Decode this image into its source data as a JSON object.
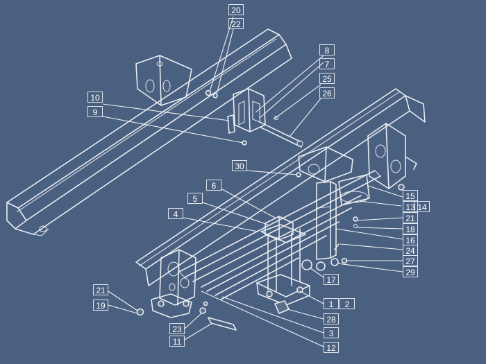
{
  "diagram": {
    "colors": {
      "background": "#4a6080",
      "line": "#e9edf2",
      "text": "#ffffff"
    },
    "callouts": [
      {
        "id": "c20",
        "label": "20"
      },
      {
        "id": "c22",
        "label": "22"
      },
      {
        "id": "c8",
        "label": "8"
      },
      {
        "id": "c7",
        "label": "7"
      },
      {
        "id": "c25",
        "label": "25"
      },
      {
        "id": "c26",
        "label": "26"
      },
      {
        "id": "c10",
        "label": "10"
      },
      {
        "id": "c9",
        "label": "9"
      },
      {
        "id": "c30",
        "label": "30"
      },
      {
        "id": "c6",
        "label": "6"
      },
      {
        "id": "c5",
        "label": "5"
      },
      {
        "id": "c4",
        "label": "4"
      },
      {
        "id": "c15",
        "label": "15"
      },
      {
        "id": "c13",
        "label": "13"
      },
      {
        "id": "c14",
        "label": "14"
      },
      {
        "id": "c21a",
        "label": "21"
      },
      {
        "id": "c18",
        "label": "18"
      },
      {
        "id": "c16",
        "label": "16"
      },
      {
        "id": "c24",
        "label": "24"
      },
      {
        "id": "c27",
        "label": "27"
      },
      {
        "id": "c29",
        "label": "29"
      },
      {
        "id": "c17",
        "label": "17"
      },
      {
        "id": "c1",
        "label": "1"
      },
      {
        "id": "c2",
        "label": "2"
      },
      {
        "id": "c28",
        "label": "28"
      },
      {
        "id": "c3",
        "label": "3"
      },
      {
        "id": "c12",
        "label": "12"
      },
      {
        "id": "c21b",
        "label": "21"
      },
      {
        "id": "c19",
        "label": "19"
      },
      {
        "id": "c23",
        "label": "23"
      },
      {
        "id": "c11",
        "label": "11"
      }
    ]
  }
}
